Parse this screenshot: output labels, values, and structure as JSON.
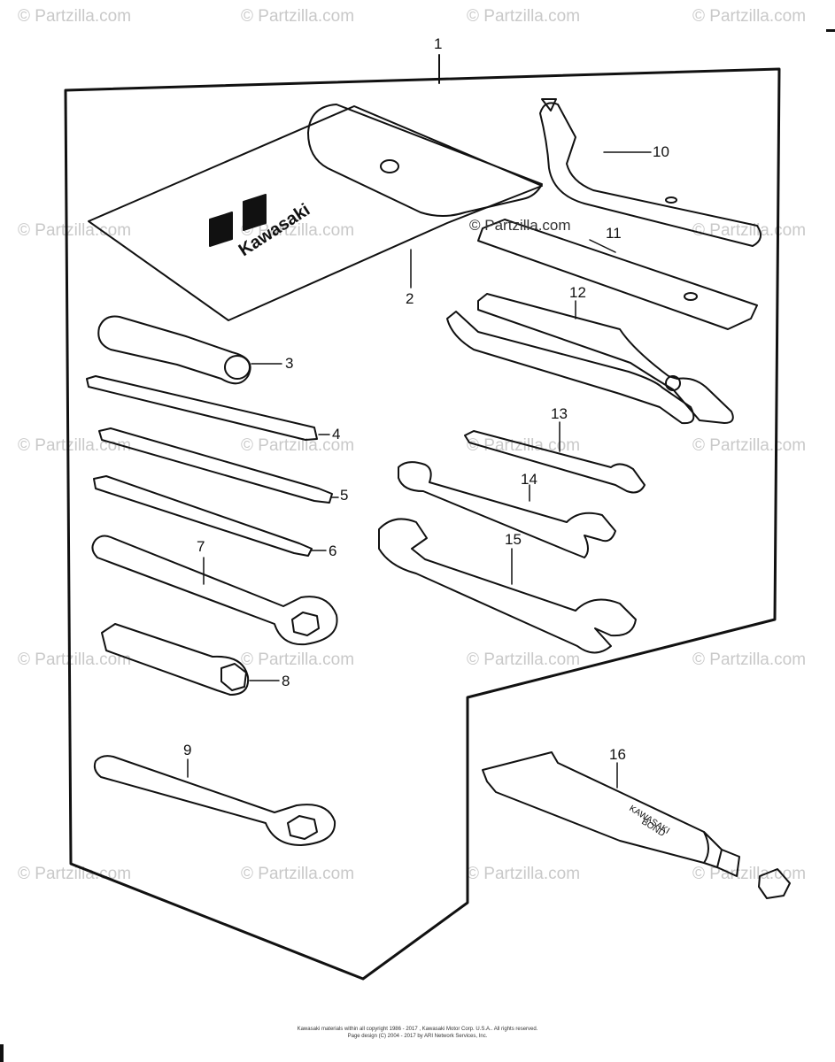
{
  "watermark_text": "© Partzilla.com",
  "center_watermark": "© Partzilla.com",
  "brand_text": "Kawasaki",
  "tube_label": [
    "KAWASAKI",
    "BOND"
  ],
  "callouts": [
    "1",
    "2",
    "3",
    "4",
    "5",
    "6",
    "7",
    "8",
    "9",
    "10",
    "11",
    "12",
    "13",
    "14",
    "15",
    "16"
  ],
  "footer": {
    "line1": "Kawasaki materials within all copyright 1986 - 2017 , Kawasaki Motor Corp. U.S.A.. All rights reserved.",
    "line2": "Page design (C) 2004 - 2017 by ARI Network Services, Inc."
  }
}
